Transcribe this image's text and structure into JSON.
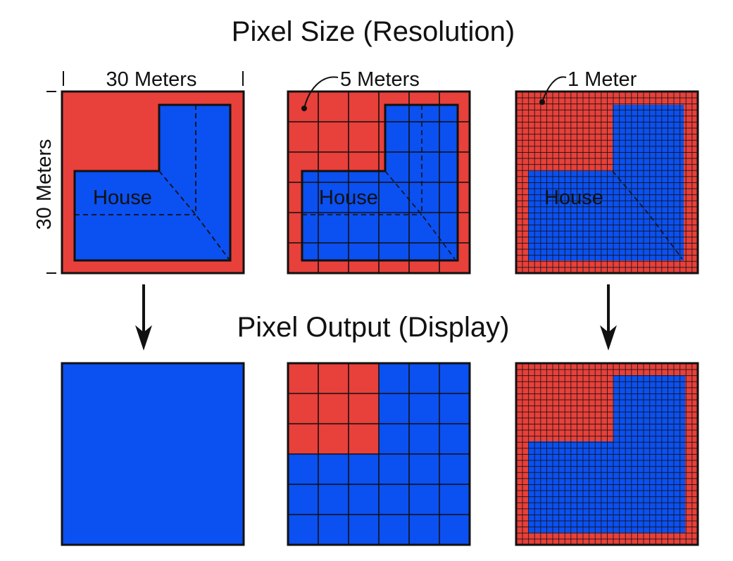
{
  "title_top": "Pixel Size (Resolution)",
  "title_bottom": "Pixel Output (Display)",
  "labels": {
    "width_30": "30 Meters",
    "height_30": "30 Meters",
    "size_5": "5 Meters",
    "size_1": "1 Meter",
    "house": "House"
  },
  "colors": {
    "red": "#e8403a",
    "blue": "#0b50f0",
    "line": "#111111",
    "background": "#ffffff"
  },
  "panels": {
    "resolution": [
      {
        "name": "30m",
        "pixel_size_m": 30
      },
      {
        "name": "5m",
        "pixel_size_m": 5
      },
      {
        "name": "1m",
        "pixel_size_m": 1
      }
    ],
    "output": [
      {
        "name": "30m",
        "pixel_size_m": 30,
        "cells": 1
      },
      {
        "name": "5m",
        "pixel_size_m": 5,
        "cells": 6
      },
      {
        "name": "1m",
        "pixel_size_m": 1,
        "cells": 30
      }
    ]
  }
}
